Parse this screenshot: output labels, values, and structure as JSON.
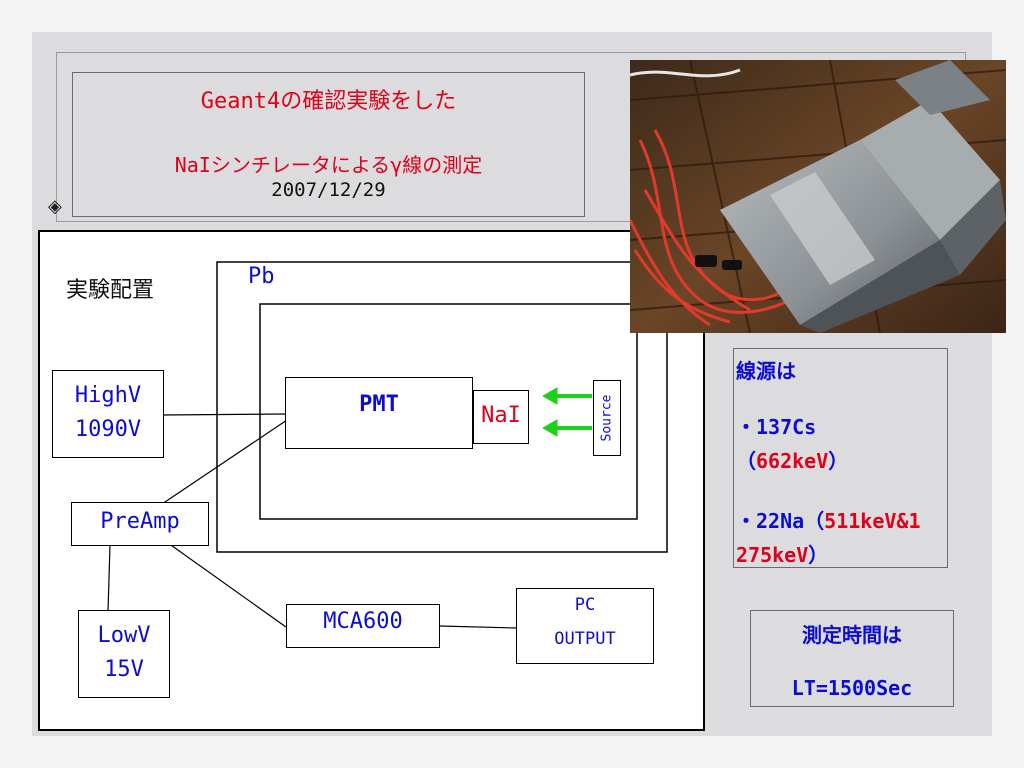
{
  "title": {
    "line1": "Geant4の確認実験をした",
    "line2": "NaIシンチレータによるγ線の測定",
    "date": "2007/12/29"
  },
  "diagram": {
    "heading": "実験配置",
    "shield_label": "Pb",
    "pmt": "PMT",
    "nai": "NaI",
    "source": "Source",
    "highv_label": "HighV",
    "highv_value": "1090V",
    "preamp": "PreAmp",
    "lowv_label": "LowV",
    "lowv_value": "15V",
    "mca": "MCA600",
    "pc_label": "PC",
    "pc_output": "OUTPUT"
  },
  "sources": {
    "heading": "線源は",
    "cs_prefix": "・137Cs",
    "cs_open": "（",
    "cs_energy": "662keV",
    "cs_close": "）",
    "na_prefix": "・22Na（",
    "na_energy1": "511keV",
    "na_amp": "&1",
    "na_energy2": "275keV",
    "na_close": "）"
  },
  "measurement": {
    "heading": "測定時間は",
    "value": "LT=1500Sec"
  },
  "photo": {
    "description": "lead-shielded-detector-photo"
  },
  "colors": {
    "title_red": "#e0001a",
    "label_blue": "#0d0dd0",
    "arrow_green": "#18d418"
  }
}
